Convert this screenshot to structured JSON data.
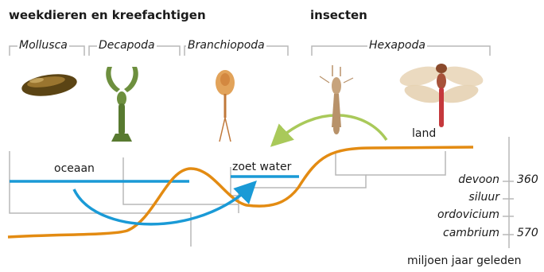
{
  "headings": {
    "left": "weekdieren en kreefachtigen",
    "right": "insecten"
  },
  "taxa": [
    "Mollusca",
    "Decapoda",
    "Branchiopoda",
    "Hexapoda"
  ],
  "environments": {
    "ocean": "oceaan",
    "freshwater": "zoet water",
    "land": "land"
  },
  "periods": [
    "devoon",
    "siluur",
    "ordovicium",
    "cambrium"
  ],
  "ages": [
    "360",
    "570"
  ],
  "time_label": "miljoen jaar geleden",
  "colors": {
    "ocean_line": "#1a9ad6",
    "land_line": "#e38b12",
    "tree": "#b8b8b8",
    "insect_arrow": "#a9c95a"
  },
  "animals": [
    "mussel-icon",
    "crayfish-icon",
    "tadpole-shrimp-icon",
    "mayfly-larva-icon",
    "dragonfly-icon"
  ]
}
